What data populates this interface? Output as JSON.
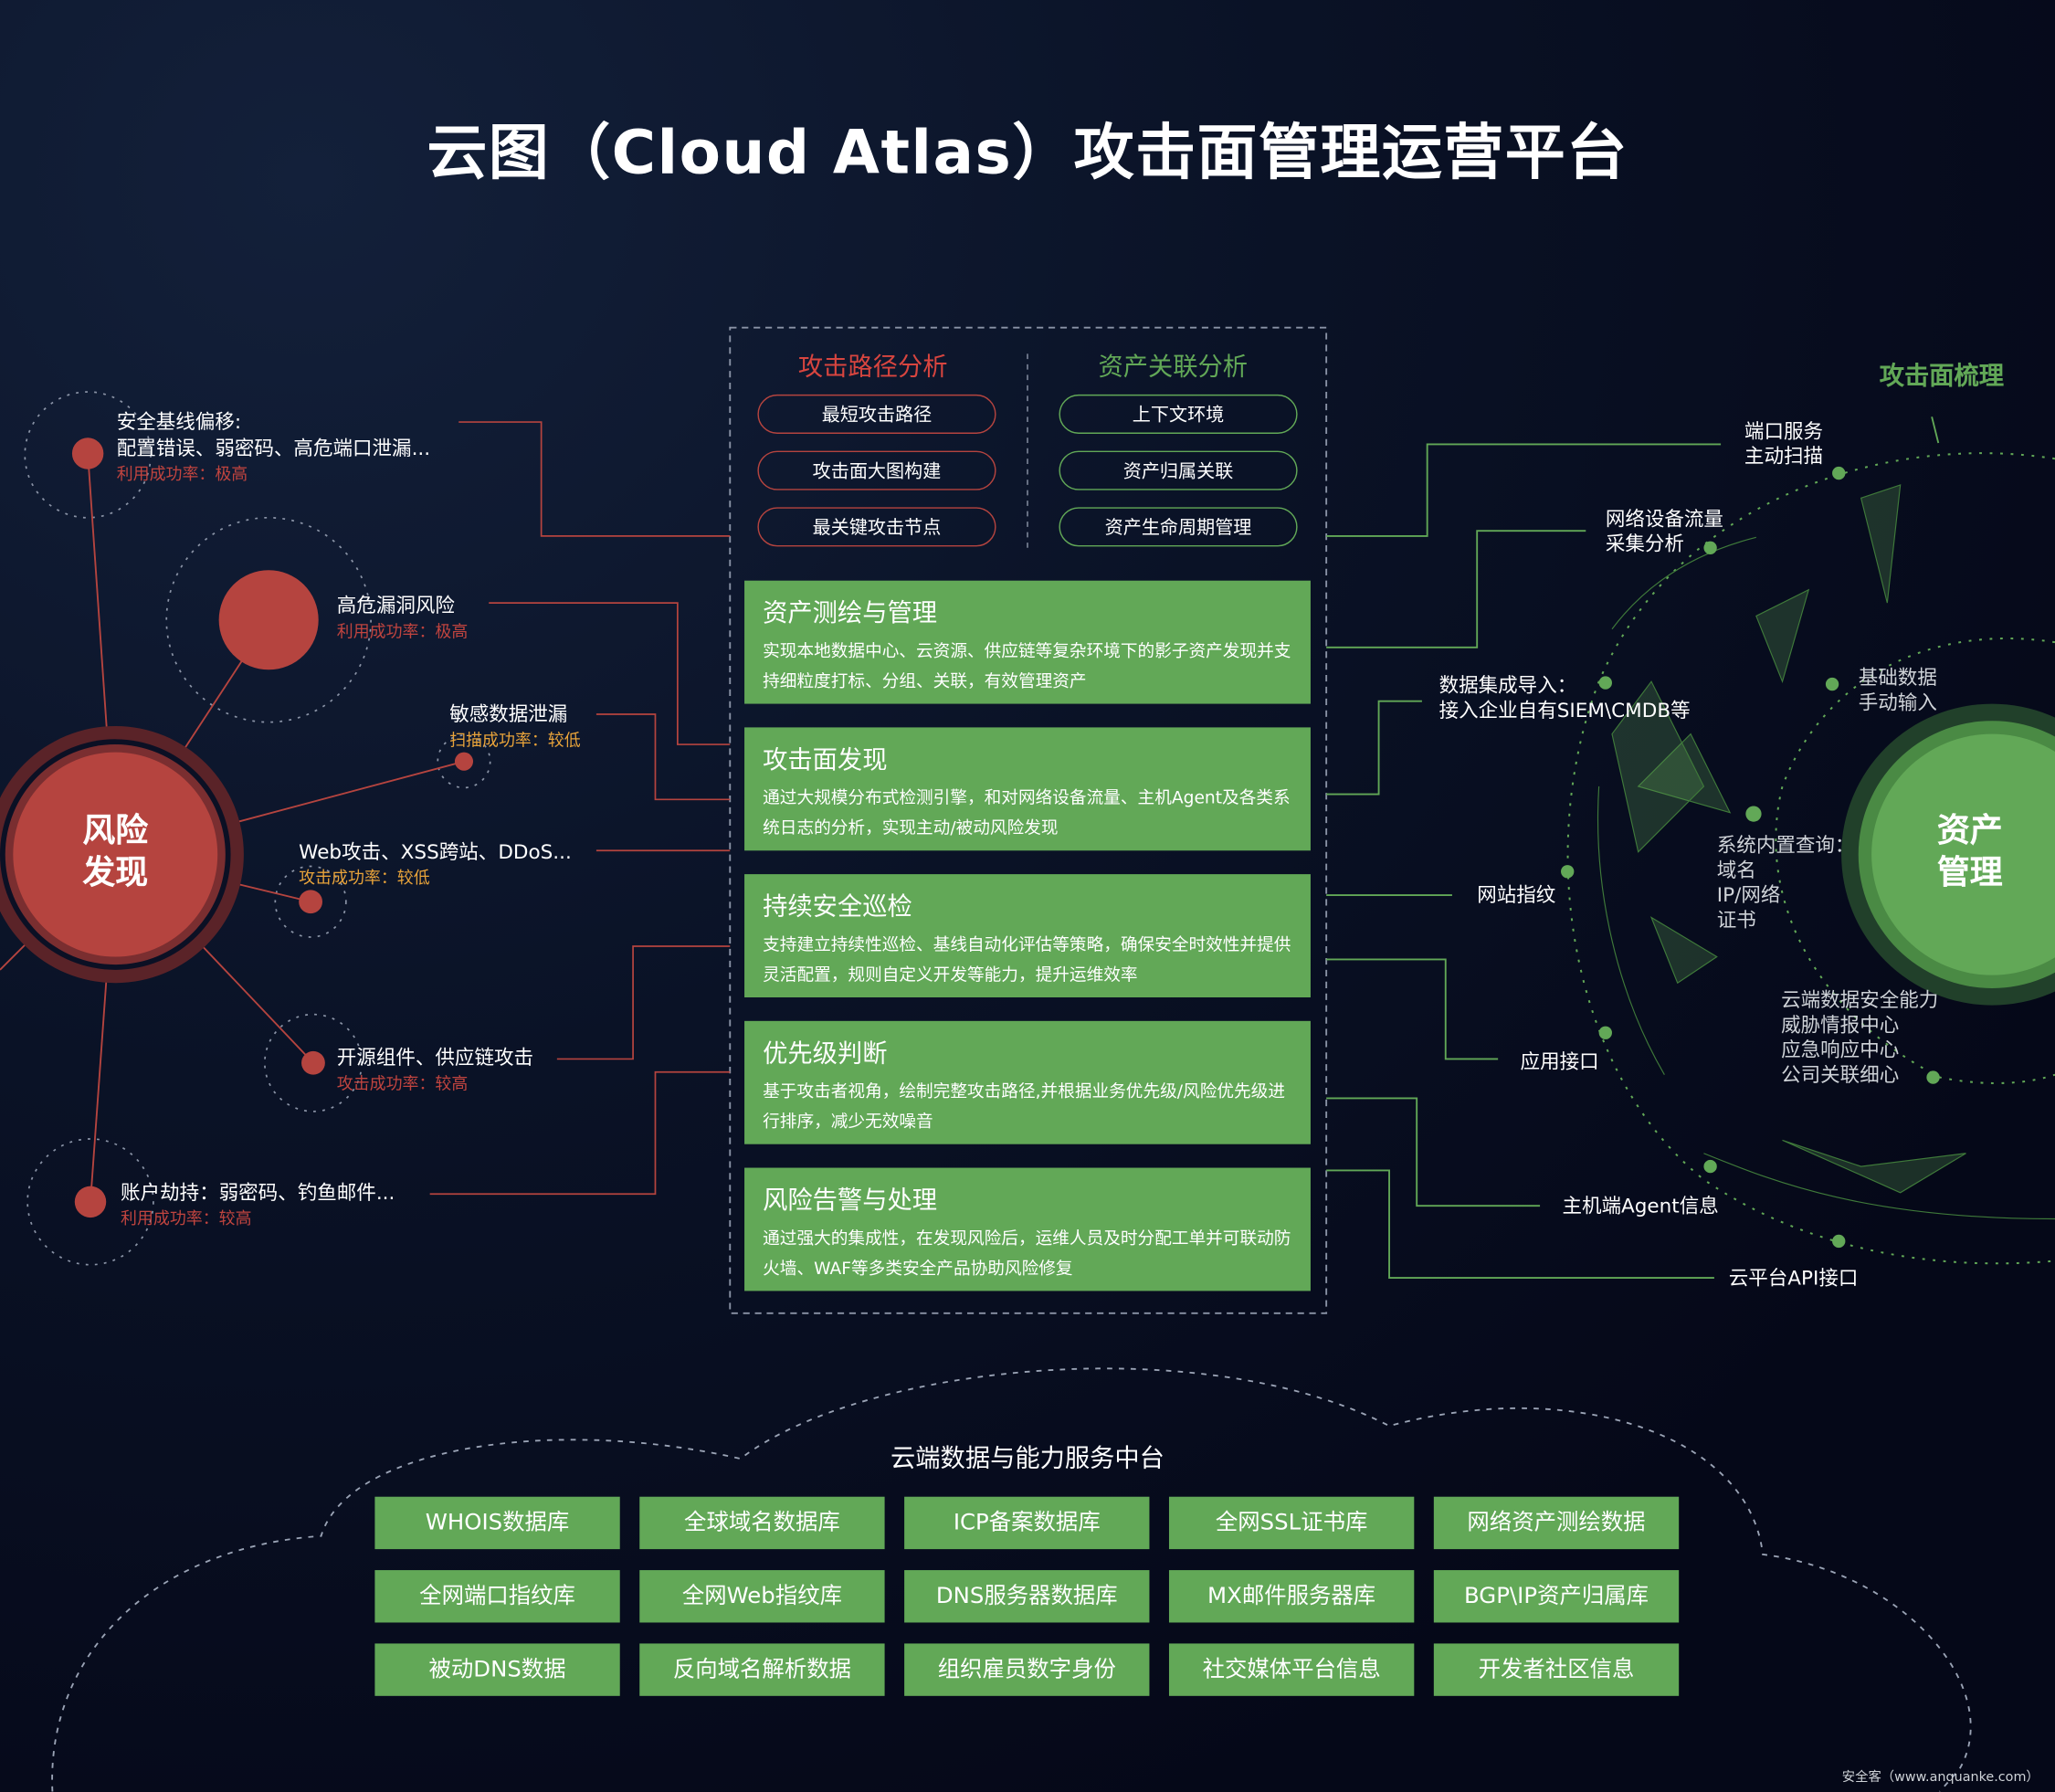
{
  "title": "云图（Cloud Atlas）攻击面管理运营平台",
  "attack_path": {
    "heading": "攻击路径分析",
    "items": [
      "最短攻击路径",
      "攻击面大图构建",
      "最关键攻击节点"
    ]
  },
  "asset_relation": {
    "heading": "资产关联分析",
    "items": [
      "上下文环境",
      "资产归属关联",
      "资产生命周期管理"
    ]
  },
  "blocks": [
    {
      "title": "资产测绘与管理",
      "desc": "实现本地数据中心、云资源、供应链等复杂环境下的影子资产发现并支持细粒度打标、分组、关联，有效管理资产"
    },
    {
      "title": "攻击面发现",
      "desc": "通过大规模分布式检测引擎，和对网络设备流量、主机Agent及各类系统日志的分析，实现主动/被动风险发现"
    },
    {
      "title": "持续安全巡检",
      "desc": "支持建立持续性巡检、基线自动化评估等策略，确保安全时效性并提供灵活配置，规则自定义开发等能力，提升运维效率"
    },
    {
      "title": "优先级判断",
      "desc": "基于攻击者视角，绘制完整攻击路径,并根据业务优先级/风险优先级进行排序，减少无效噪音"
    },
    {
      "title": "风险告警与处理",
      "desc": "通过强大的集成性，在发现风险后，运维人员及时分配工单并可联动防火墙、WAF等多类安全产品协助风险修复"
    }
  ],
  "risk": {
    "center": [
      "风险",
      "发现"
    ],
    "nodes": [
      {
        "lines": [
          "安全基线偏移:",
          "配置错误、弱密码、高危端口泄漏..."
        ],
        "rate": "利用成功率：极高"
      },
      {
        "lines": [
          "高危漏洞风险"
        ],
        "rate": "利用成功率：极高"
      },
      {
        "lines": [
          "敏感数据泄漏"
        ],
        "rate": "扫描成功率：较低"
      },
      {
        "lines": [
          "Web攻击、XSS跨站、DDoS..."
        ],
        "rate": "攻击成功率：较低"
      },
      {
        "lines": [
          "开源组件、供应链攻击"
        ],
        "rate": "攻击成功率：较高"
      },
      {
        "lines": [
          "账户劫持：弱密码、钓鱼邮件..."
        ],
        "rate": "利用成功率：较高"
      }
    ]
  },
  "asset": {
    "heading": "攻击面梳理",
    "center": [
      "资产",
      "管理"
    ],
    "sources": [
      [
        "端口服务",
        "主动扫描"
      ],
      [
        "网络设备流量",
        "采集分析"
      ],
      [
        "数据集成导入：",
        "接入企业自有SIEM\\CMDB等"
      ],
      [
        "网站指纹"
      ],
      [
        "应用接口"
      ],
      [
        "主机端Agent信息"
      ],
      [
        "云平台API接口"
      ]
    ],
    "inner": [
      [
        "基础数据",
        "手动输入"
      ],
      [
        "系统内置查询：",
        "域名",
        "IP/网络",
        "证书"
      ],
      [
        "云端数据安全能力",
        "威胁情报中心",
        "应急响应中心",
        "公司关联细心"
      ]
    ]
  },
  "cloud": {
    "heading": "云端数据与能力服务中台",
    "cells": [
      "WHOIS数据库",
      "全球域名数据库",
      "ICP备案数据库",
      "全网SSL证书库",
      "网络资产测绘数据",
      "全网端口指纹库",
      "全网Web指纹库",
      "DNS服务器数据库",
      "MX邮件服务器库",
      "BGP\\IP资产归属库",
      "被动DNS数据",
      "反向域名解析数据",
      "组织雇员数字身份",
      "社交媒体平台信息",
      "开发者社区信息"
    ]
  },
  "watermark": "安全客（www.anquanke.com）",
  "colors": {
    "red": "#b5443f",
    "green": "#62a857",
    "orange": "#e8a33a"
  }
}
